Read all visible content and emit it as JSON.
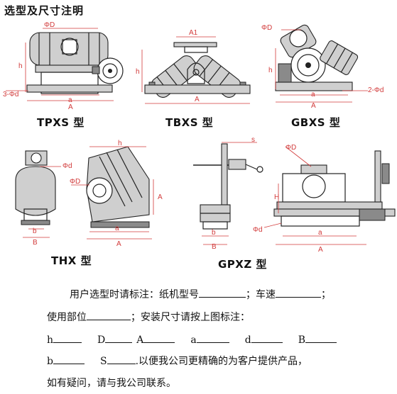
{
  "title": "选型及尺寸注明",
  "models": [
    {
      "caption": "TPXS 型",
      "labels": {
        "D": "ΦD",
        "h": "h",
        "a": "a",
        "A": "A",
        "d": "3-Φd"
      }
    },
    {
      "caption": "TBXS 型",
      "labels": {
        "A1": "A1",
        "h": "h",
        "A": "A"
      }
    },
    {
      "caption": "GBXS 型",
      "labels": {
        "D": "ΦD",
        "h": "h",
        "a": "a",
        "A": "A",
        "d": "2-Φd"
      }
    },
    {
      "caption": "THX 型",
      "labels": {
        "d": "Φd",
        "b": "b",
        "B": "B",
        "D": "ΦD",
        "h": "h",
        "a": "a",
        "A": "A",
        "A2": "A"
      }
    },
    {
      "caption": "GPXZ 型",
      "labels": {
        "s": "s",
        "b": "b",
        "B": "B",
        "D": "ΦD",
        "H": "H",
        "d": "Φd",
        "a": "a",
        "A": "A"
      }
    }
  ],
  "form": {
    "line1_lead": "用户选型时请标注：纸机型号",
    "line1_sep": "；车速",
    "line1_end": "；",
    "line2_lead": "使用部位",
    "line2_mid": "；安装尺寸请按上图标注：",
    "line3": [
      "h",
      "D",
      "A",
      "a",
      "d",
      "B"
    ],
    "line4_b": "b",
    "line4_s": "S",
    "line4_text": ".以便我公司更精确的为客户提供产品，",
    "line5": "如有疑问，请与我公司联系。"
  }
}
